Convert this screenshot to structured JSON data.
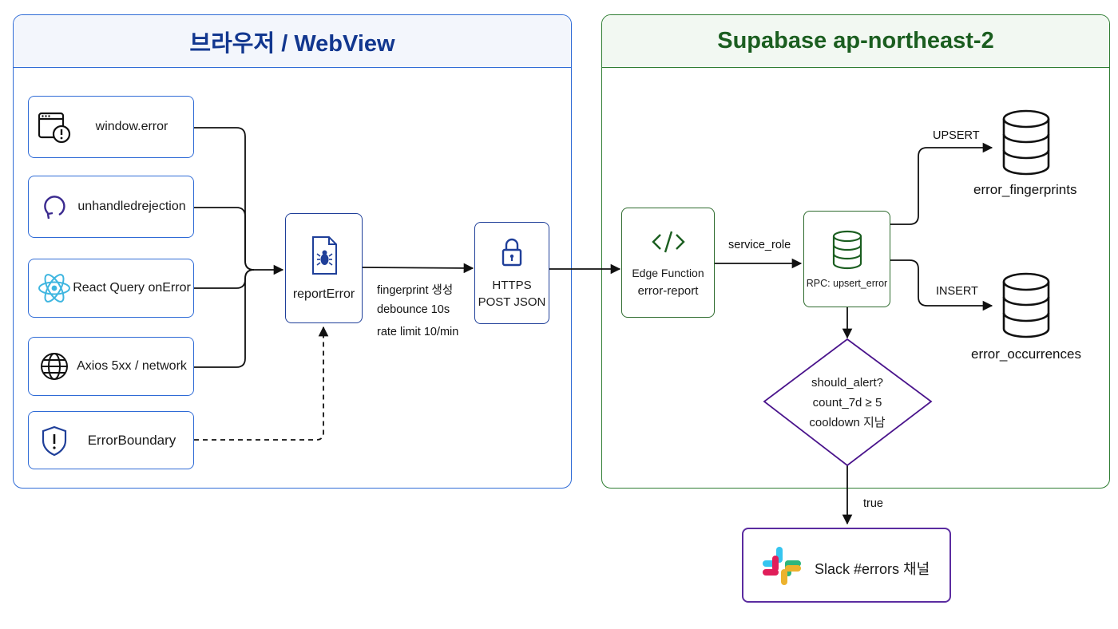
{
  "browser_panel": {
    "title": "브라우저 / WebView"
  },
  "supabase_panel": {
    "title": "Supabase ap-northeast-2"
  },
  "sources": [
    {
      "label": "window.error",
      "icon": "browser-window-alert-icon"
    },
    {
      "label": "unhandledrejection",
      "icon": "rejection-loop-icon"
    },
    {
      "label": "React Query onError",
      "icon": "react-atom-icon"
    },
    {
      "label": "Axios 5xx / network",
      "icon": "globe-icon"
    },
    {
      "label": "ErrorBoundary",
      "icon": "shield-alert-icon"
    }
  ],
  "report_error": {
    "label": "reportError",
    "icon": "bug-file-icon"
  },
  "client_notes": [
    "fingerprint 생성",
    "debounce 10s",
    "rate limit 10/min"
  ],
  "https": {
    "line1": "HTTPS",
    "line2": "POST JSON",
    "icon": "lock-icon"
  },
  "edge_function": {
    "line1": "Edge Function",
    "line2": "error-report",
    "icon": "code-icon"
  },
  "service_role_label": "service_role",
  "rpc": {
    "label": "RPC: upsert_error",
    "icon": "database-icon"
  },
  "upsert_label": "UPSERT",
  "insert_label": "INSERT",
  "tables": [
    {
      "name": "error_fingerprints",
      "icon": "database-icon"
    },
    {
      "name": "error_occurrences",
      "icon": "database-icon"
    }
  ],
  "decision": {
    "line1": "should_alert?",
    "line2": "count_7d ≥ 5",
    "line3": "cooldown 지남"
  },
  "true_label": "true",
  "slack": {
    "label": "Slack #errors 채널",
    "icon": "slack-icon"
  },
  "colors": {
    "browser_border": "#2f6bd6",
    "browser_title": "#12378f",
    "supabase_border": "#2e7d32",
    "supabase_title": "#1b5e20",
    "decision_border": "#4a148c",
    "slack_border": "#5b2ca0"
  }
}
